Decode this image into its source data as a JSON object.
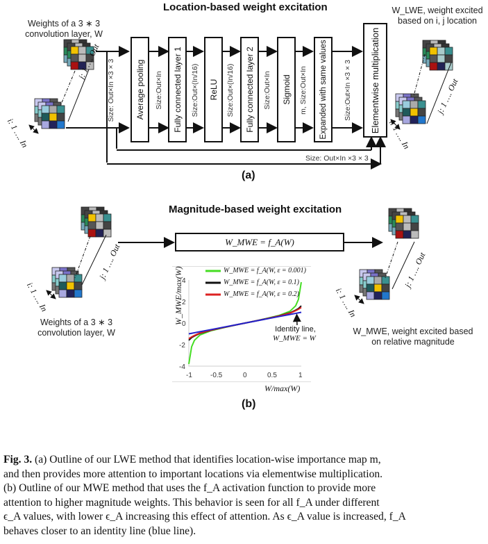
{
  "figure": {
    "panel_a": {
      "title": "Location-based weight excitation",
      "input_label_line1": "Weights of a 3 ∗ 3",
      "input_label_line2": "convolution layer, W",
      "output_label_line1": "W_LWE, weight excited",
      "output_label_line2": "based on i, j location",
      "index_i": "i: 1 …. In",
      "index_j": "j: 1 …. Out",
      "blocks": [
        {
          "label": "Average pooling",
          "size_in": "Size: Out×In ×3 × 3",
          "size_out": "Size:Out×In"
        },
        {
          "label": "Fully connected layer 1",
          "size_out": "Size:Out×(In/16)"
        },
        {
          "label": "ReLU",
          "size_out": "Size:Out×(In/16)"
        },
        {
          "label": "Fully connected layer 2",
          "size_out": "Size:Out×In"
        },
        {
          "label": "Sigmoid",
          "size_out": "m, Size:Out×In"
        },
        {
          "label": "Expanded with same values",
          "size_out": "Size:Out×In ×3 × 3"
        },
        {
          "label": "Elementwise multiplication"
        }
      ],
      "bypass_size": "Size: Out×In ×3 × 3",
      "panel_label": "(a)"
    },
    "panel_b": {
      "title": "Magnitude-based weight excitation",
      "formula_box": "W_MWE = f_A(W)",
      "input_label_line1": "Weights of a 3 ∗ 3",
      "input_label_line2": "convolution layer, W",
      "output_label_line1": "W_MWE, weight excited based",
      "output_label_line2": "on relative magnitude",
      "index_i": "i: 1 …. In",
      "index_j": "j: 1 …. Out",
      "panel_label": "(b)"
    },
    "caption": {
      "fig_label": "Fig. 3.",
      "lines": [
        " (a) Outline of our LWE method that identifies location-wise importance map m,",
        "and then provides more attention to important locations via elementwise multiplication.",
        "(b) Outline of our MWE method that uses the f_A activation function to provide more",
        "attention to higher magnitude weights. This behavior is seen for all f_A under different",
        "ϵ_A values, with lower ϵ_A increasing this effect of attention. As ϵ_A value is increased, f_A",
        "behaves closer to an identity line (blue line)."
      ]
    }
  },
  "chart_data": {
    "type": "line",
    "title": "",
    "xlabel": "W/max(W)",
    "ylabel": "W_MWE/max(W)",
    "xlim": [
      -1,
      1
    ],
    "ylim": [
      -4,
      4
    ],
    "xticks": [
      "-1",
      "-0.5",
      "0",
      "0.5",
      "1"
    ],
    "yticks": [
      "-4",
      "-2",
      "0",
      "2",
      "4"
    ],
    "grid": false,
    "legend_position": "top",
    "annotation": {
      "text_line1": "Identity line,",
      "text_line2": "W_MWE = W",
      "x": 0.92,
      "y": 0.92
    },
    "x": [
      -1.0,
      -0.95,
      -0.9,
      -0.8,
      -0.6,
      -0.4,
      -0.2,
      0.0,
      0.2,
      0.4,
      0.6,
      0.8,
      0.9,
      0.95,
      1.0
    ],
    "series": [
      {
        "name": "W_MWE = f_A(W, ε = 0.001)",
        "color": "#44dd22",
        "values": [
          -3.8,
          -2.2,
          -1.6,
          -1.1,
          -0.7,
          -0.45,
          -0.22,
          0.0,
          0.22,
          0.45,
          0.7,
          1.1,
          1.6,
          2.2,
          3.8
        ]
      },
      {
        "name": "W_MWE = f_A(W, ε = 0.1)",
        "color": "#111111",
        "values": [
          -1.6,
          -1.35,
          -1.2,
          -0.95,
          -0.66,
          -0.43,
          -0.21,
          0.0,
          0.21,
          0.43,
          0.66,
          0.95,
          1.2,
          1.35,
          1.6
        ]
      },
      {
        "name": "W_MWE = f_A(W, ε = 0.2)",
        "color": "#dd2222",
        "values": [
          -1.45,
          -1.28,
          -1.15,
          -0.92,
          -0.65,
          -0.42,
          -0.21,
          0.0,
          0.21,
          0.42,
          0.65,
          0.92,
          1.15,
          1.28,
          1.45
        ]
      },
      {
        "name": "Identity line",
        "color": "#2222cc",
        "values": [
          -1.0,
          -0.95,
          -0.9,
          -0.8,
          -0.6,
          -0.4,
          -0.2,
          0.0,
          0.2,
          0.4,
          0.6,
          0.8,
          0.9,
          0.95,
          1.0
        ]
      }
    ]
  }
}
